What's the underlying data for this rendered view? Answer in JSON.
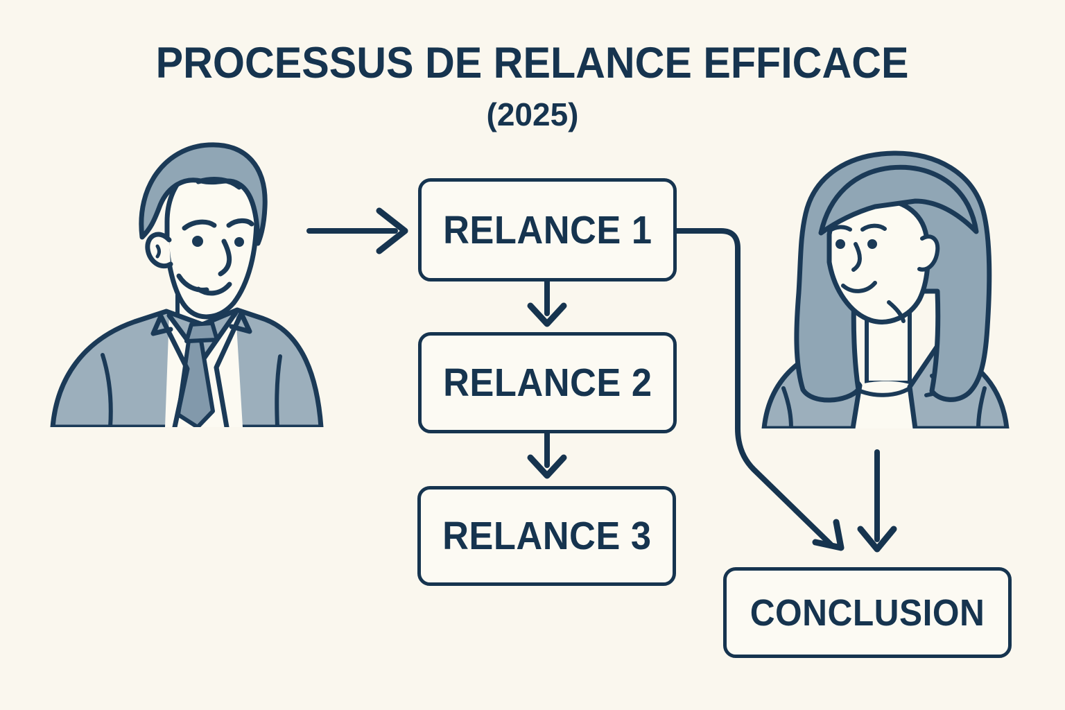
{
  "title": {
    "main": "PROCESSUS DE RELANCE EFFICACE",
    "year": "(2025)"
  },
  "flow": {
    "boxes": [
      {
        "id": "relance-1",
        "label": "RELANCE 1"
      },
      {
        "id": "relance-2",
        "label": "RELANCE 2"
      },
      {
        "id": "relance-3",
        "label": "RELANCE 3"
      },
      {
        "id": "conclusion",
        "label": "CONCLUSION"
      }
    ],
    "connections": [
      "man -> relance-1",
      "relance-1 -> relance-2",
      "relance-2 -> relance-3",
      "relance-1 -> conclusion",
      "woman -> conclusion"
    ]
  },
  "figures": [
    {
      "id": "man",
      "description": "line-art businessman in suit and tie, facing right"
    },
    {
      "id": "woman",
      "description": "line-art businesswoman with bob haircut in blazer, facing left"
    }
  ],
  "colors": {
    "background": "#FAF7EE",
    "ink": "#16344F",
    "outline": "#1B3A57",
    "hair_fill": "#90A6B5",
    "suit_fill": "#9CAFBC",
    "tie_fill": "#8299AB",
    "skin_fill": "#FCFAF2",
    "box_fill": "#FCFAF3"
  }
}
